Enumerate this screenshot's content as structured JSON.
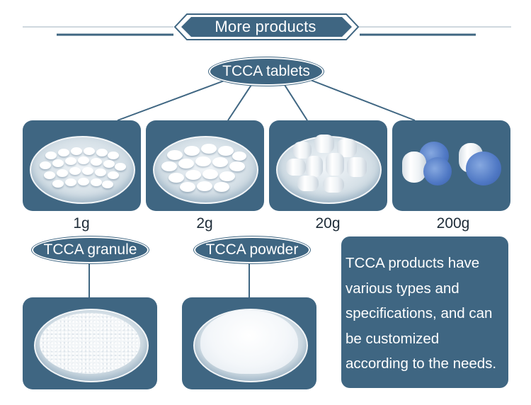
{
  "header": {
    "title": "More products"
  },
  "tablets": {
    "title": "TCCA tablets",
    "sizes": [
      "1g",
      "2g",
      "20g",
      "200g"
    ]
  },
  "granule": {
    "title": "TCCA granule"
  },
  "powder": {
    "title": "TCCA powder"
  },
  "description": {
    "lines": [
      "TCCA products have",
      "various types and",
      "specifications, and can",
      "be customized",
      "according to the needs."
    ]
  },
  "colors": {
    "primary": "#3f6682",
    "header_text": "#1b2b38",
    "label_text": "#1e2c38",
    "background": "#ffffff"
  }
}
